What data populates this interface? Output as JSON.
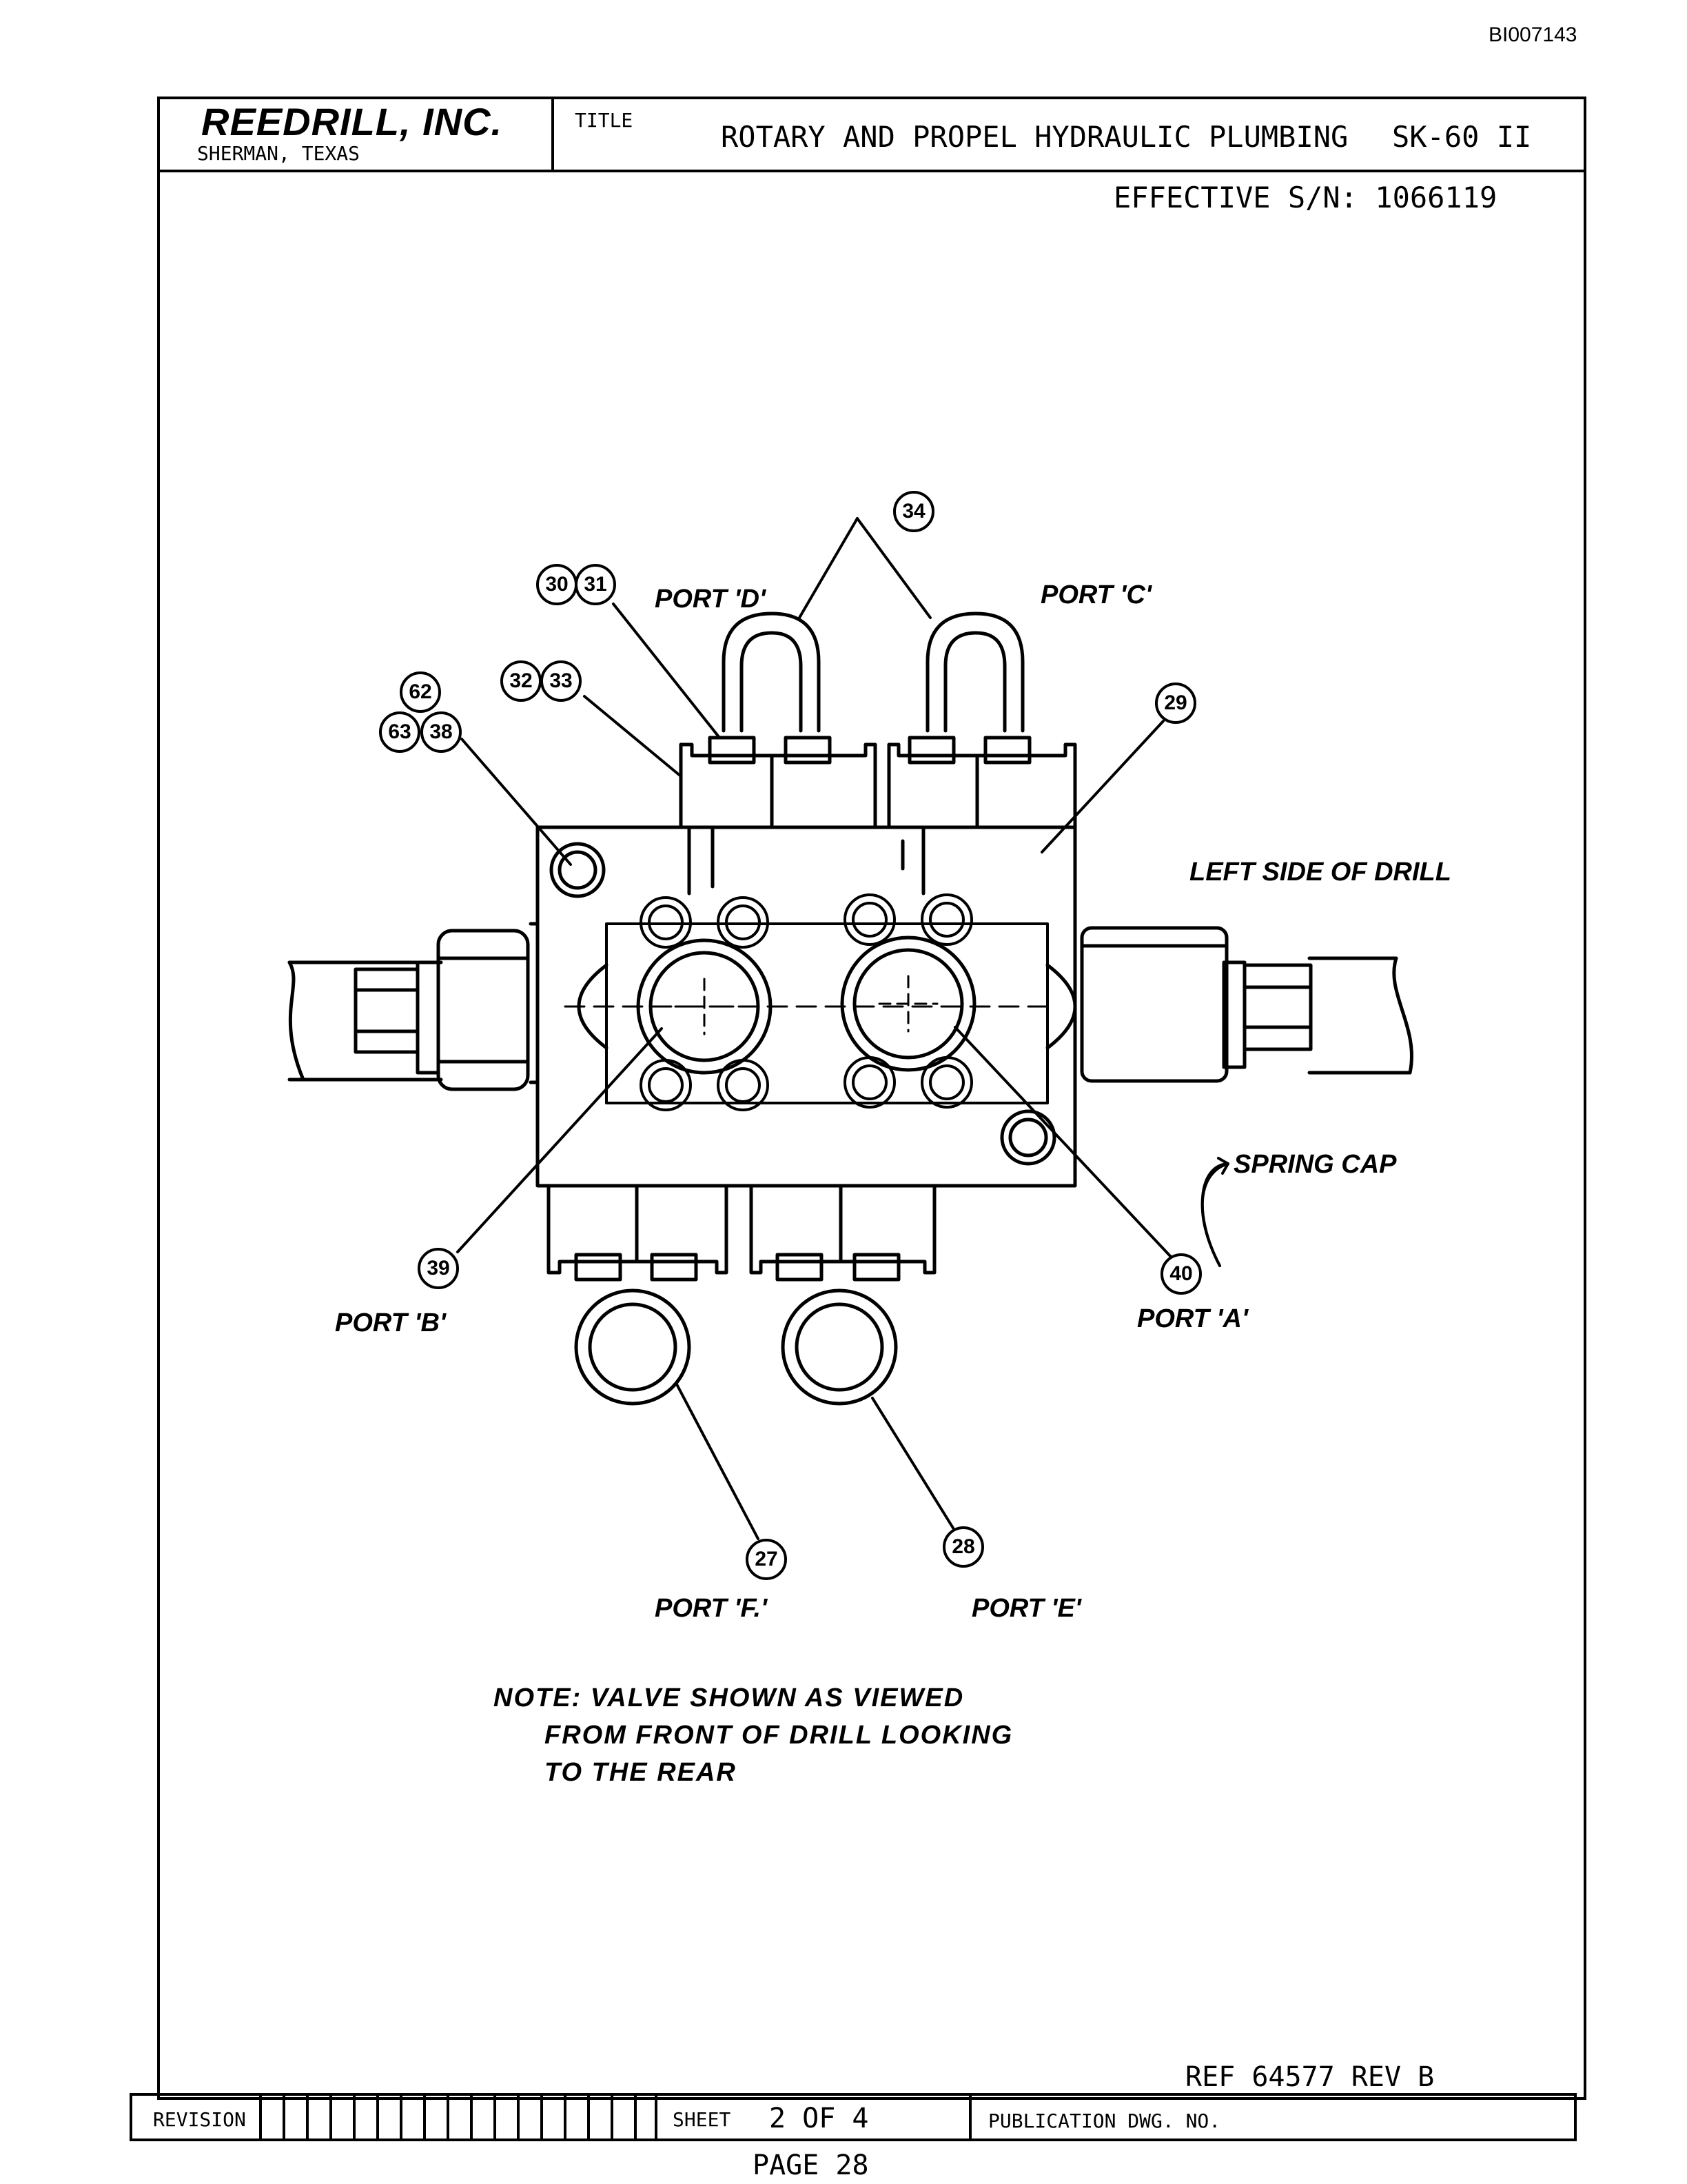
{
  "doc_id": "BI007143",
  "title_block": {
    "company": "REEDRILL, INC.",
    "location": "SHERMAN, TEXAS",
    "title_label": "TITLE",
    "title": "ROTARY AND PROPEL HYDRAULIC PLUMBING",
    "model": "SK-60 II"
  },
  "effective_sn": "EFFECTIVE S/N: 1066119",
  "labels": {
    "port_d": "PORT 'D'",
    "port_c": "PORT 'C'",
    "port_b": "PORT 'B'",
    "port_a": "PORT 'A'",
    "port_f": "PORT 'F.'",
    "port_e": "PORT 'E'",
    "left_side": "LEFT SIDE OF DRILL",
    "spring_cap": "SPRING CAP"
  },
  "callouts": [
    "34",
    "30",
    "31",
    "32",
    "33",
    "62",
    "63",
    "38",
    "29",
    "39",
    "40",
    "27",
    "28"
  ],
  "note": {
    "line1": "NOTE: VALVE SHOWN AS VIEWED",
    "line2": "FROM FRONT OF DRILL LOOKING",
    "line3": "TO THE REAR"
  },
  "footer": {
    "ref": "REF 64577  REV B",
    "revision_label": "REVISION",
    "sheet_label": "SHEET",
    "sheet_value": "2 OF 4",
    "publication_label": "PUBLICATION DWG. NO.",
    "page": "PAGE 28"
  }
}
